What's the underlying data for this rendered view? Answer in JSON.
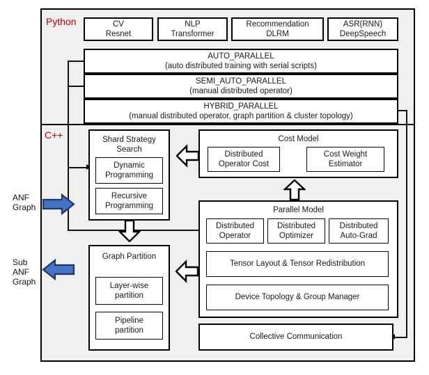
{
  "diagram": {
    "title": "Auto-parallel framework architecture",
    "colors": {
      "section_label": "#c00000",
      "box_border": "#000000",
      "box_fill": "#ffffff",
      "section_fill": "#f0f0f0",
      "blue_arrow_fill": "#4472c4",
      "blue_arrow_stroke": "#1f3864",
      "connector": "#111111"
    }
  },
  "sections": {
    "python": {
      "label": "Python"
    },
    "cpp": {
      "label": "C++"
    }
  },
  "models": [
    {
      "line1": "CV",
      "line2": "Resnet"
    },
    {
      "line1": "NLP",
      "line2": "Transformer"
    },
    {
      "line1": "Recommendation",
      "line2": "DLRM"
    },
    {
      "line1": "ASR(RNN)",
      "line2": "DeepSpeech"
    }
  ],
  "parallel_modes": [
    {
      "name": "AUTO_PARALLEL",
      "desc": "(auto distributed training with serial scripts)"
    },
    {
      "name": "SEMI_AUTO_PARALLEL",
      "desc": "(manual distributed operator)"
    },
    {
      "name": "HYBRID_PARALLEL",
      "desc": "(manual distributed operator, graph partition & cluster topology)"
    }
  ],
  "io_labels": {
    "input": "ANF\nGraph",
    "output": "Sub\nANF\nGraph"
  },
  "shard_strategy": {
    "title": "Shard Strategy\nSearch",
    "items": [
      {
        "label": "Dynamic\nProgramming"
      },
      {
        "label": "Recursive\nProgramming"
      }
    ]
  },
  "graph_partition": {
    "title": "Graph Partition",
    "items": [
      {
        "label": "Layer-wise\npartition"
      },
      {
        "label": "Pipeline\npartition"
      }
    ]
  },
  "cost_model": {
    "title": "Cost Model",
    "items": [
      {
        "label": "Distributed\nOperator Cost"
      },
      {
        "label": "Cost Weight\nEstimator"
      }
    ]
  },
  "parallel_model": {
    "title": "Parallel Model",
    "row1": [
      {
        "label": "Distributed\nOperator"
      },
      {
        "label": "Distributed\nOptimizer"
      },
      {
        "label": "Distributed\nAuto-Grad"
      }
    ],
    "row2": {
      "label": "Tensor Layout & Tensor Redistribution"
    },
    "row3": {
      "label": "Device Topology & Group Manager"
    }
  },
  "collective_communication": {
    "label": "Collective Communication"
  },
  "arrows": {
    "input_arrow": "blue-right-arrow",
    "output_arrow": "blue-left-arrow",
    "cost_to_shard": "hollow-left-arrow",
    "parallel_to_partition": "hollow-left-arrow",
    "parallelmodel_to_costmodel": "hollow-up-arrow",
    "shard_to_partition": "hollow-down-arrow"
  }
}
